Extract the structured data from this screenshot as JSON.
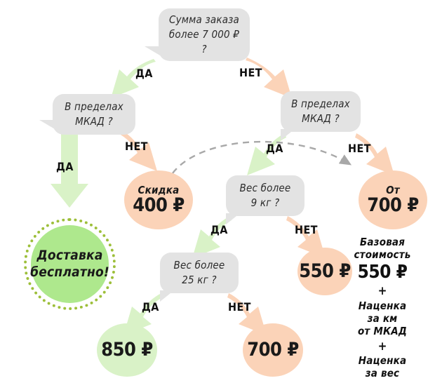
{
  "colors": {
    "bubble_bg": "#e3e3e3",
    "arrow_yes": "#d9f2c7",
    "arrow_no": "#fbd3b8",
    "circle_peach": "#fbd3b8",
    "circle_green": "#d9f2c7",
    "circle_bright_green": "#aee88d",
    "dot_ring": "#9dbf3a",
    "dashed_arrow": "#a8a8a8",
    "text": "#1a1a1a"
  },
  "labels": {
    "yes": "ДА",
    "no": "НЕТ"
  },
  "questions": {
    "order_sum": {
      "line1": "Сумма заказа",
      "line2": "более 7 000 ₽ ?"
    },
    "mkad_left": {
      "line1": "В пределах",
      "line2": "МКАД ?"
    },
    "mkad_right": {
      "line1": "В пределах",
      "line2": "МКАД ?"
    },
    "weight_9": {
      "line1": "Вес более",
      "line2": "9 кг ?"
    },
    "weight_25": {
      "line1": "Вес более",
      "line2": "25 кг ?"
    }
  },
  "results": {
    "free_delivery": {
      "line1": "Доставка",
      "line2": "бесплатно!"
    },
    "discount": {
      "caption": "Скидка",
      "amount": "400 ₽"
    },
    "from_700": {
      "caption": "От",
      "amount": "700 ₽"
    },
    "amount_550": {
      "amount": "550 ₽"
    },
    "amount_850": {
      "amount": "850 ₽"
    },
    "amount_700": {
      "amount": "700 ₽"
    }
  },
  "formula": {
    "base_line1": "Базовая",
    "base_line2": "стоимость",
    "base_amount": "550 ₽",
    "plus1": "+",
    "markup_km_line1": "Наценка",
    "markup_km_line2": "за км",
    "markup_km_line3": "от МКАД",
    "plus2": "+",
    "markup_weight_line1": "Наценка",
    "markup_weight_line2": "за вес"
  },
  "arrows": {
    "a1": {
      "from": "order_sum",
      "to": "mkad_left",
      "label": "ДА",
      "type": "yes"
    },
    "a2": {
      "from": "order_sum",
      "to": "mkad_right",
      "label": "НЕТ",
      "type": "no"
    },
    "a3": {
      "from": "mkad_left",
      "to": "free_delivery",
      "label": "ДА",
      "type": "yes"
    },
    "a4": {
      "from": "mkad_left",
      "to": "discount",
      "label": "НЕТ",
      "type": "no"
    },
    "a5": {
      "from": "mkad_right",
      "to": "weight_9",
      "label": "ДА",
      "type": "yes"
    },
    "a6": {
      "from": "mkad_right",
      "to": "from_700",
      "label": "НЕТ",
      "type": "no"
    },
    "a7": {
      "from": "weight_9",
      "to": "weight_25",
      "label": "ДА",
      "type": "yes"
    },
    "a8": {
      "from": "weight_9",
      "to": "amount_550",
      "label": "НЕТ",
      "type": "no"
    },
    "a9": {
      "from": "weight_25",
      "to": "amount_850",
      "label": "ДА",
      "type": "yes"
    },
    "a10": {
      "from": "weight_25",
      "to": "amount_700",
      "label": "НЕТ",
      "type": "no"
    },
    "a11": {
      "from": "discount",
      "to": "from_700",
      "label": "",
      "type": "dashed"
    }
  }
}
